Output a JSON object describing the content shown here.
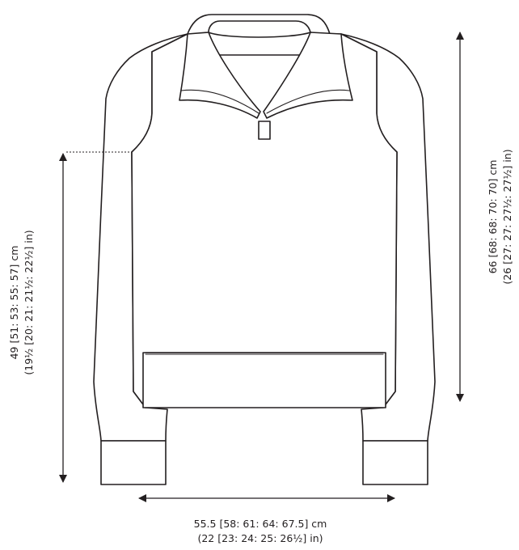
{
  "measurements": {
    "width": {
      "metric": "55.5 [58: 61: 64: 67.5] cm",
      "imperial": "(22 [23: 24: 25: 26½] in)"
    },
    "length": {
      "metric": "66 [68: 68: 70: 70] cm",
      "imperial": "(26 [27: 27: 27½: 27½] in)"
    },
    "sleeve": {
      "metric": "49 [51: 53: 55: 57] cm",
      "imperial": "(19½ [20: 21: 21½: 22½] in)"
    }
  },
  "colors": {
    "line": "#231f20",
    "background": "#ffffff"
  }
}
